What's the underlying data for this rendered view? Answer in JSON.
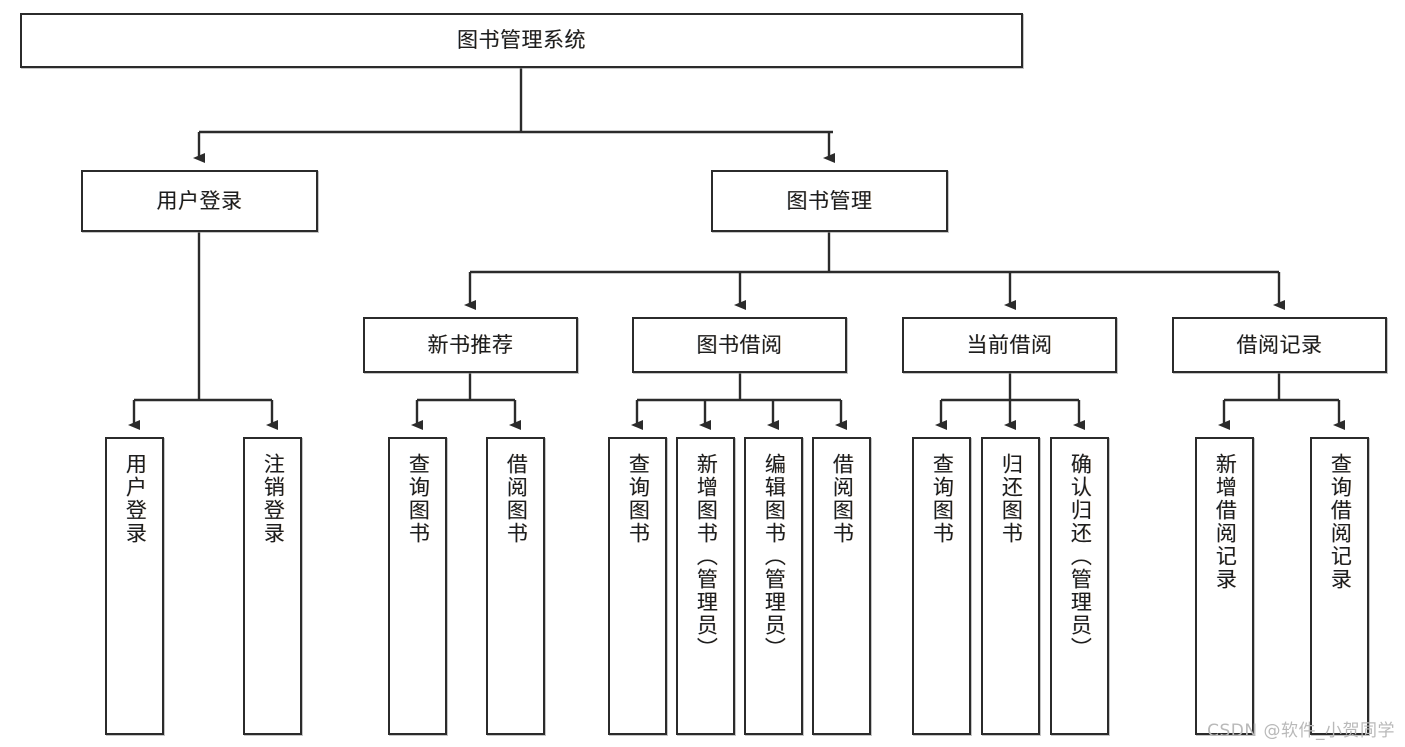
{
  "diagram": {
    "title": "图书管理系统",
    "watermark": "CSDN @软件_小贺同学",
    "style": {
      "box_border_color": "#2b2b2b",
      "box_fill_color": "#ffffff",
      "connector_color": "#2b2b2b",
      "background_color": "#ffffff",
      "watermark_color": "#b9b9b9"
    },
    "root": {
      "label": "图书管理系统"
    },
    "level2": [
      {
        "label": "用户登录"
      },
      {
        "label": "图书管理"
      }
    ],
    "level3": [
      {
        "label": "新书推荐"
      },
      {
        "label": "图书借阅"
      },
      {
        "label": "当前借阅"
      },
      {
        "label": "借阅记录"
      }
    ],
    "leaves": {
      "user_login": [
        {
          "label": "用户登录"
        },
        {
          "label": "注销登录"
        }
      ],
      "new_book_recommend": [
        {
          "label": "查询图书"
        },
        {
          "label": "借阅图书"
        }
      ],
      "book_borrow": [
        {
          "label": "查询图书"
        },
        {
          "label": "新增图书（管理员）"
        },
        {
          "label": "编辑图书（管理员）"
        },
        {
          "label": "借阅图书"
        }
      ],
      "current_borrow": [
        {
          "label": "查询图书"
        },
        {
          "label": "归还图书"
        },
        {
          "label": "确认归还（管理员）"
        }
      ],
      "borrow_record": [
        {
          "label": "新增借阅记录"
        },
        {
          "label": "查询借阅记录"
        }
      ]
    }
  }
}
